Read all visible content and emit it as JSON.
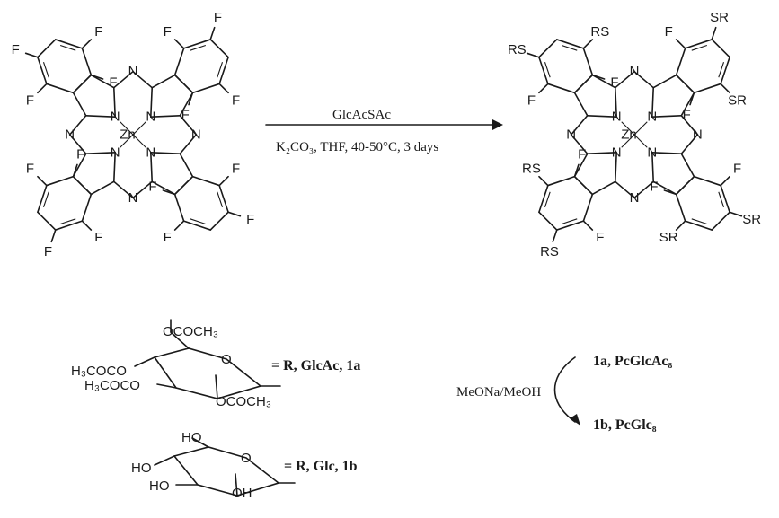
{
  "reaction": {
    "reagent": "GlcAcSAc",
    "conditions": "K₂CO₃, THF, 40-50°C, 3 days"
  },
  "atoms": {
    "F": "F",
    "N": "N",
    "Zn": "Zn",
    "RS": "RS",
    "SR": "SR",
    "HO": "HO",
    "OH": "OH"
  },
  "sugars": {
    "glcac_top": "OCOCH₃",
    "glcac_left1": "H₃COCO",
    "glcac_left2": "H₃COCO",
    "glcac_right": "OCOCH₃",
    "glcac_label": "= R, GlcAc, 1a",
    "glc_label": "= R, Glc, 1b"
  },
  "deprotection": {
    "reagent": "MeONa/MeOH",
    "product_a": "1a, PcGlcAc₈",
    "product_b": "1b, PcGlc₈"
  }
}
